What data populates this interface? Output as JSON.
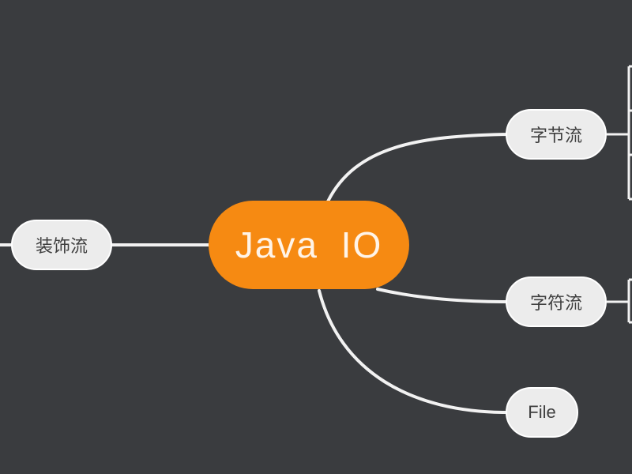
{
  "diagram": {
    "root": {
      "label": "Java IO"
    },
    "topics": {
      "byte_stream": {
        "label": "字节流"
      },
      "char_stream": {
        "label": "字符流"
      },
      "file": {
        "label": "File"
      },
      "decorator_stream": {
        "label": "装饰流"
      }
    },
    "colors": {
      "background": "#3a3c3f",
      "root_fill": "#f68a12",
      "topic_fill": "#ececec",
      "link": "#f2f2f2"
    }
  }
}
